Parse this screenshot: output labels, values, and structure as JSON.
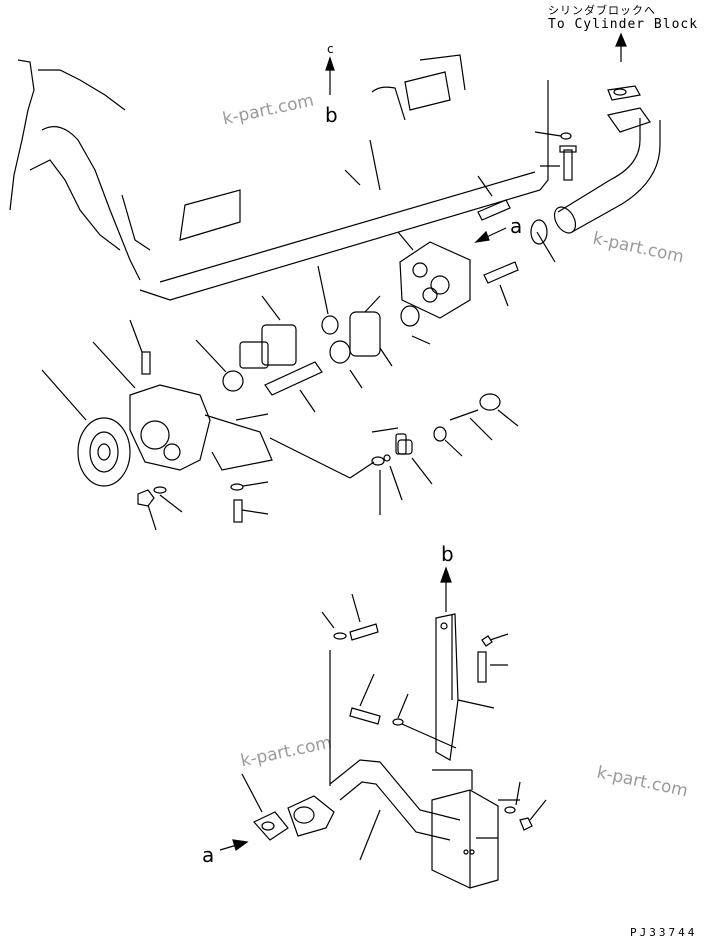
{
  "annotation": {
    "jp": "シリンダブロックへ",
    "en": "To Cylinder Block"
  },
  "watermarks": [
    "k-part.com",
    "k-part.com",
    "k-part.com",
    "k-part.com"
  ],
  "refs": {
    "c": "c",
    "b": "b",
    "a": "a"
  },
  "drawing_code": "PJ33744"
}
